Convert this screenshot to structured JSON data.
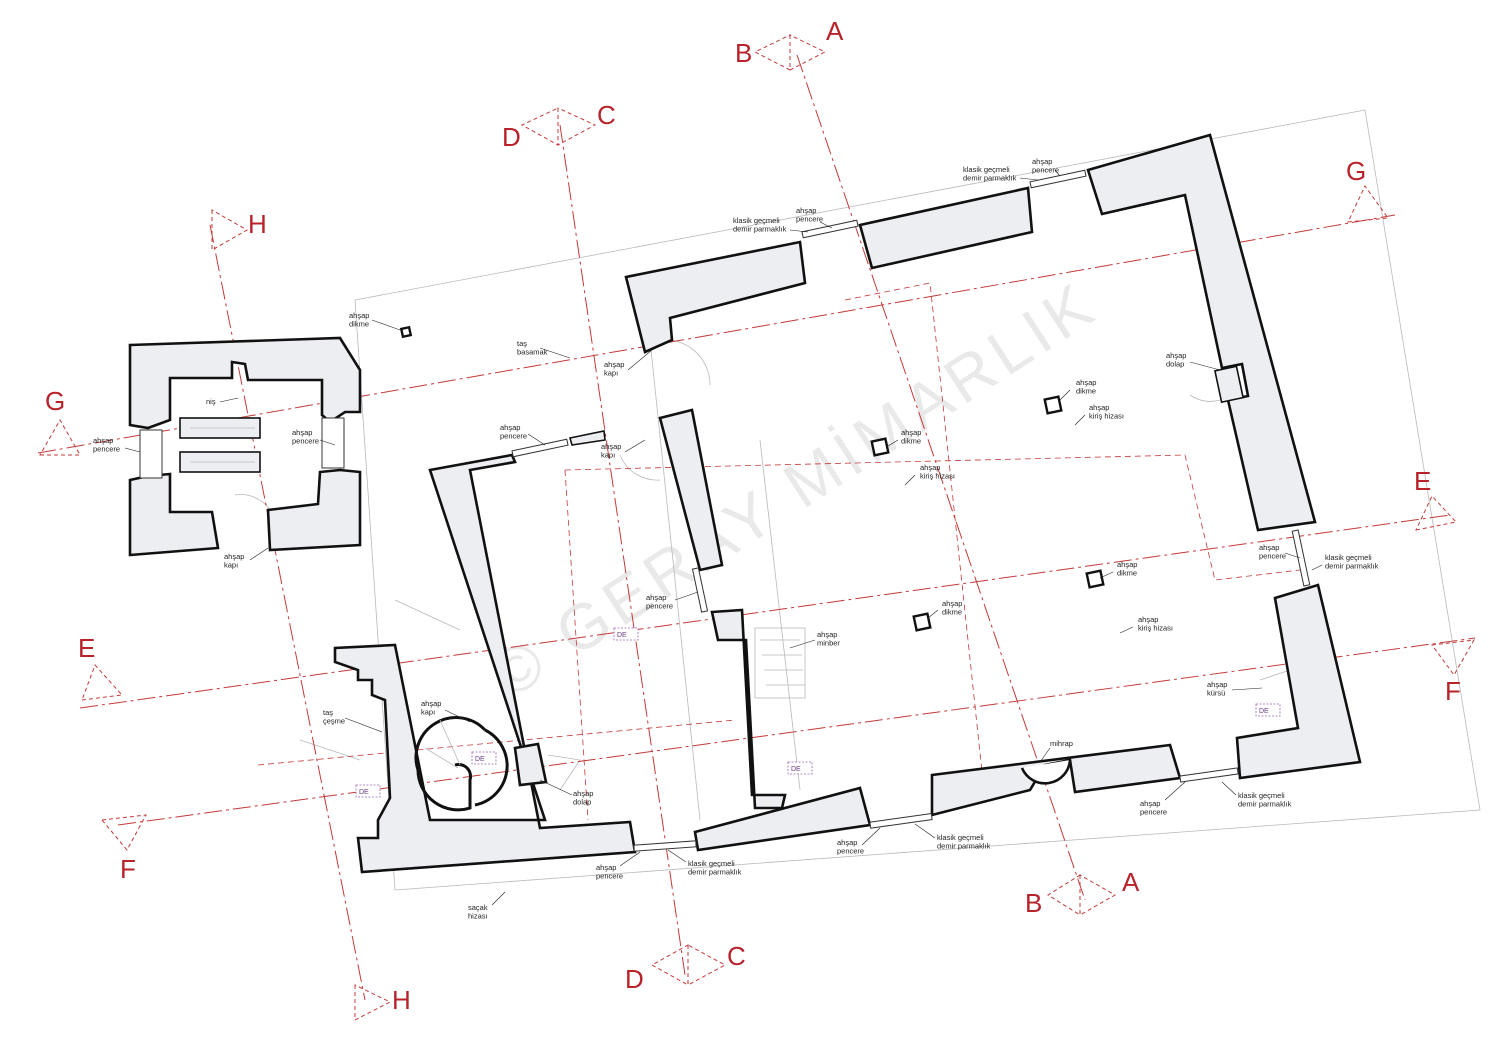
{
  "watermark": "© GERAY MİMARLIK",
  "section_letters": {
    "A": "A",
    "B": "B",
    "C": "C",
    "D": "D",
    "E": "E",
    "F": "F",
    "G": "G",
    "H": "H"
  },
  "labels": {
    "ahsap_dikme": "ahşap\ndikme",
    "tas_basamak": "taş\nbasamak",
    "ahsap_kapi": "ahşap\nkapı",
    "ahsap_pencere": "ahşap\npencere",
    "klasik_gecmeli": "klasik geçmeli\ndemir parmaklık",
    "ahsap_dolap": "ahşap\ndolap",
    "kiris_hizasi": "ahşap\nkiriş hizası",
    "nis": "niş",
    "ahsap_minber": "ahşap\nminber",
    "mihrap": "mihrap",
    "ahsap_kursu": "ahşap\nkürsü",
    "tas_cesme": "taş\nçeşme",
    "sacak_hizasi": "saçak\nhizası",
    "de": "DE"
  },
  "colors": {
    "wall_fill": "#eceef1",
    "wall_stroke": "#111111",
    "section_red": "#c43a3a",
    "de_purple": "#9a64b4"
  }
}
